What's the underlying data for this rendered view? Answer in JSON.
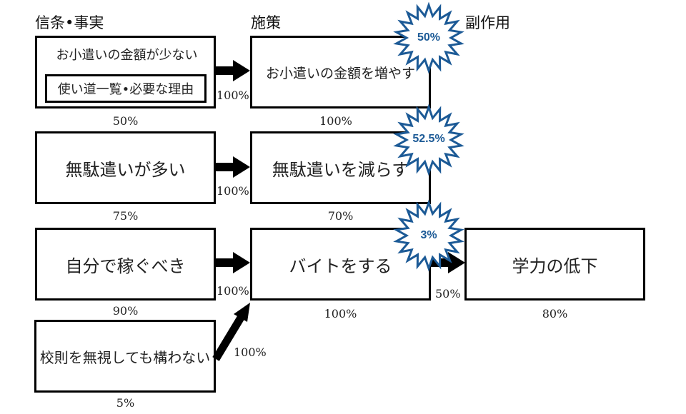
{
  "headers": {
    "beliefs": "信条•事実",
    "measures": "施策",
    "side_effects": "副作用"
  },
  "beliefs": [
    {
      "label": "お小遣いの金額が少ない",
      "sub_label": "使い道一覧•必要な理由",
      "pct": "50%"
    },
    {
      "label": "無駄遣いが多い",
      "pct": "75%"
    },
    {
      "label": "自分で稼ぐべき",
      "pct": "90%"
    },
    {
      "label": "校則を無視しても構わない",
      "pct": "5%"
    }
  ],
  "measures": [
    {
      "label": "お小遣いの金額を増やす",
      "pct": "100%",
      "risk": "50%"
    },
    {
      "label": "無駄遣いを減らす",
      "pct": "70%",
      "risk": "52.5%"
    },
    {
      "label": "バイトをする",
      "pct": "100%",
      "risk": "3%"
    }
  ],
  "side_effects": [
    {
      "label": "学力の低下",
      "pct": "80%"
    }
  ],
  "arrows": [
    {
      "from": "belief-1",
      "to": "measure-1",
      "weight": "100%"
    },
    {
      "from": "belief-2",
      "to": "measure-2",
      "weight": "100%"
    },
    {
      "from": "belief-3",
      "to": "measure-3",
      "weight": "100%"
    },
    {
      "from": "belief-4",
      "to": "measure-3",
      "weight": "100%"
    },
    {
      "from": "measure-3",
      "to": "side-effect-1",
      "weight": "50%"
    }
  ],
  "colors": {
    "burst_stroke": "#1c5a96",
    "burst_text": "#1c5a96",
    "box_border": "#000000"
  }
}
